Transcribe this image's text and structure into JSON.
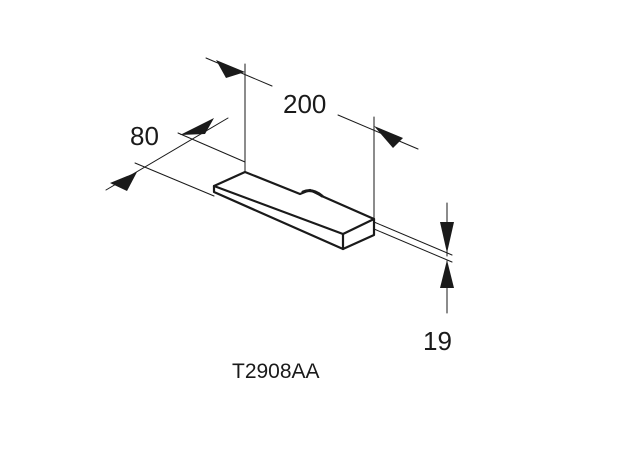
{
  "drawing": {
    "product_code": "T2908AA",
    "dimensions": {
      "width": "200",
      "depth": "80",
      "height": "19"
    },
    "colors": {
      "line": "#1a1a1a",
      "background": "#ffffff"
    }
  }
}
